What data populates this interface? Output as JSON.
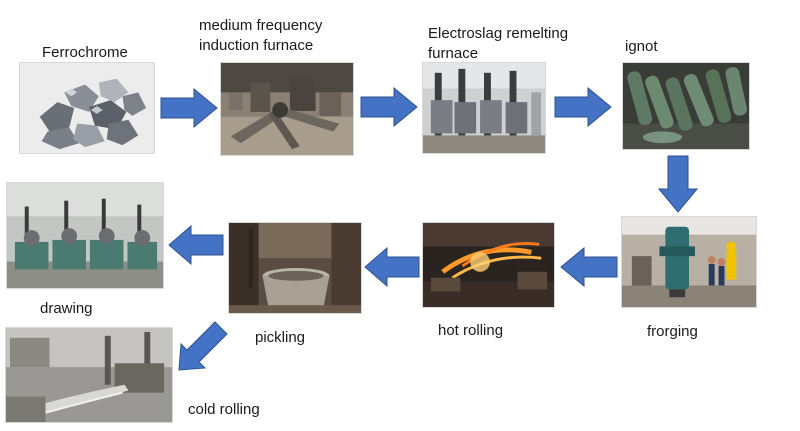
{
  "steps": {
    "ferrochrome": "Ferrochrome",
    "mf_line1": "medium frequency",
    "mf_line2": "induction furnace",
    "esr_line1": "Electroslag remelting",
    "esr_line2": "furnace",
    "ingot": "ignot",
    "forging": "frorging",
    "hot_rolling": "hot rolling",
    "pickling": "pickling",
    "drawing": "drawing",
    "cold_rolling": "cold rolling"
  },
  "colors": {
    "arrow_fill": "#4472c4",
    "arrow_stroke": "#2f528f"
  }
}
